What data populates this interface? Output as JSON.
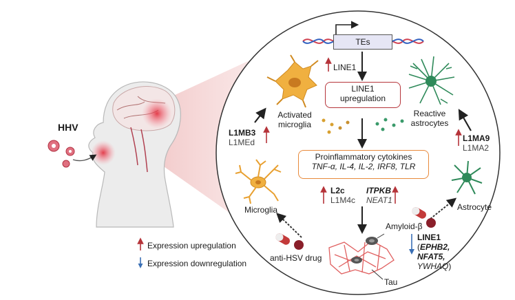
{
  "left": {
    "pathogen": "HHV"
  },
  "legend": {
    "up": "Expression upregulation",
    "down": "Expression downregulation",
    "up_color": "#b5343a",
    "down_color": "#3a6fb5"
  },
  "center": {
    "tes": "TEs",
    "line1_up": "LINE1",
    "box1_line1": "LINE1",
    "box1_line2": "upregulation",
    "box2_title": "Proinflammatory cytokines",
    "box2_genes": "TNF-α, IL-4, IL-2,  IRF8, TLR",
    "l2c": "L2c",
    "l1m4c": "L1M4c",
    "itpkb": "ITPKB",
    "neat1": "NEAT1",
    "amyloid": "Amyloid-β",
    "tau": "Tau"
  },
  "cells": {
    "activated_microglia_1": "Activated",
    "activated_microglia_2": "microglia",
    "microglia": "Microglia",
    "reactive_astro_1": "Reactive",
    "reactive_astro_2": "astrocytes",
    "astrocyte": "Astrocyte",
    "l1mb3": "L1MB3",
    "l1med": "L1MEd",
    "l1ma9": "L1MA9",
    "l1ma2": "L1MA2"
  },
  "drug": {
    "label": "anti-HSV drug"
  },
  "line1_down": {
    "line1": "LINE1",
    "paren_open": "(",
    "g1": "EPHB2,",
    "g2": "NFAT5,",
    "g3": "YWHAQ",
    "paren_close": ")"
  },
  "colors": {
    "microglia": "#f0b040",
    "astrocyte": "#2f8a5a",
    "cytokine_box": "#e8893a",
    "line1_box": "#b5343a",
    "tau": "#e06060",
    "brain_glow": "#e03040"
  }
}
